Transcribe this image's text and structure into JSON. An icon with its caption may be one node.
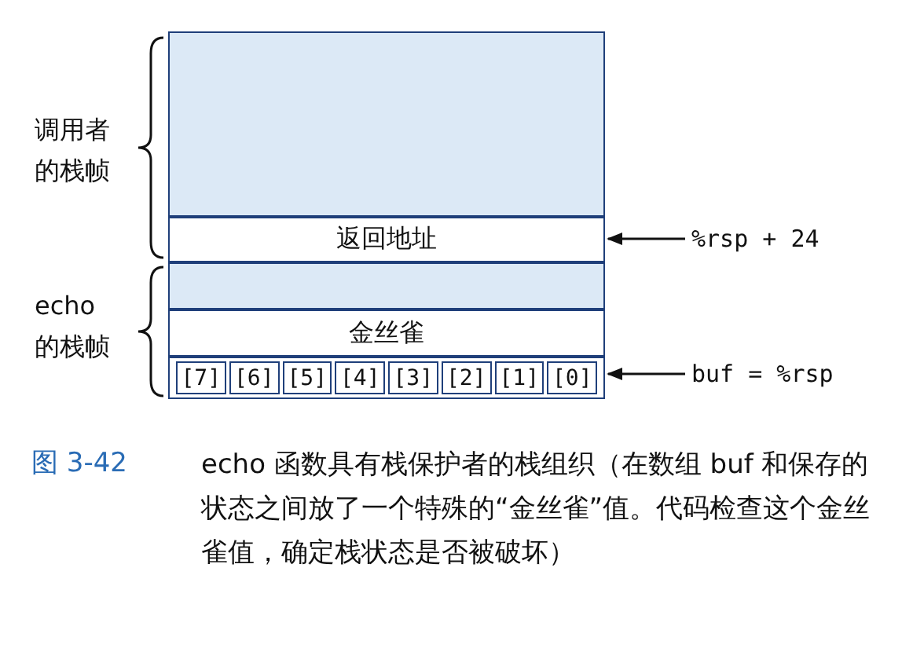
{
  "diagram": {
    "caption": "echo 函数具有栈保护者的栈组织（在数组 buf 和保存的状态之间放了一个特殊的“金丝雀”值。代码检查这个金丝雀值，确定栈状态是否被破坏）",
    "nodes": [
      {
        "text": [],
        "shape": "box"
      },
      {
        "text": [
          "返回地址"
        ]
      },
      {
        "text": [],
        "shape": "box"
      },
      {
        "text": [
          "金丝雀"
        ]
      },
      {
        "text": [],
        "shape": "box"
      },
      {
        "text": [
          "[7]"
        ],
        "in": 4
      },
      {
        "text": [
          "[6]"
        ],
        "in": 4
      },
      {
        "text": [
          "[5]"
        ],
        "in": 4
      },
      {
        "text": [
          "[4]"
        ],
        "in": 4
      },
      {
        "text": [
          "[3]"
        ],
        "in": 4
      },
      {
        "text": [
          "[2]"
        ],
        "in": 4
      },
      {
        "text": [
          "[1]"
        ],
        "in": 4
      },
      {
        "text": [
          "[0]"
        ],
        "in": 4
      },
      {
        "text": [
          "%rsp + 24"
        ]
      },
      {
        "text": [
          "buf = %rsp"
        ]
      }
    ],
    "edges": [
      {
        "from": 13,
        "to": 1,
        "arrow": "to"
      },
      {
        "from": 14,
        "to": 4,
        "arrow": "to"
      }
    ],
    "labels": [
      "调用者的栈帧",
      "echo 的栈帧",
      "图 3-42"
    ]
  }
}
